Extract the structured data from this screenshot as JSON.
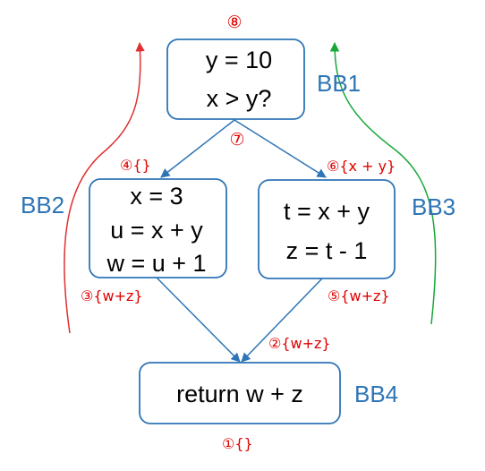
{
  "colors": {
    "box_stroke": "#2E75B6",
    "bb_label": "#2E75B6",
    "annotation": "#E00000",
    "edge": "#2E75B6",
    "bb2_curve": "#E03030",
    "bb3_curve": "#17A838",
    "code_text": "#000000"
  },
  "blocks": {
    "bb1": {
      "label": "BB1",
      "lines": [
        "y = 10",
        "x > y?"
      ]
    },
    "bb2": {
      "label": "BB2",
      "lines": [
        "x = 3",
        "u = x + y",
        "w = u + 1"
      ]
    },
    "bb3": {
      "label": "BB3",
      "lines": [
        "t = x + y",
        "z = t - 1"
      ]
    },
    "bb4": {
      "label": "BB4",
      "lines": [
        "return w + z"
      ]
    }
  },
  "annotations": {
    "a8": "⑧",
    "a7": "⑦",
    "a4": "④{}",
    "a6": "⑥{x + y}",
    "a3": "③{w+z}",
    "a5": "⑤{w+z}",
    "a2": "②{w+z}",
    "a1": "①{}"
  }
}
